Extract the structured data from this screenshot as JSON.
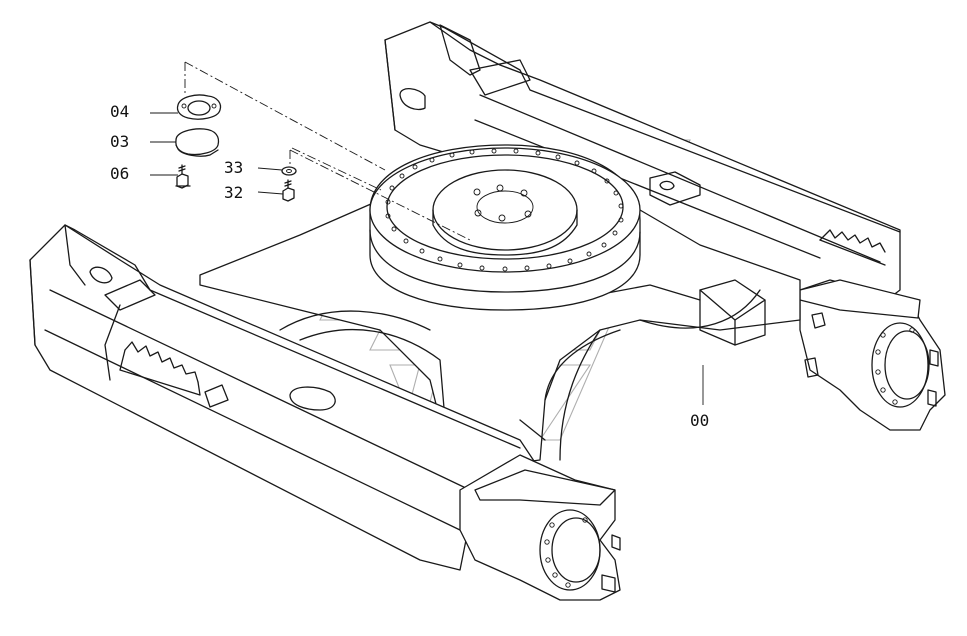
{
  "labels": {
    "p04": "04",
    "p03": "03",
    "p06": "06",
    "p33": "33",
    "p32": "32",
    "p00": "00"
  },
  "colors": {
    "line": "#1a1a1a",
    "background": "#ffffff",
    "watermark": "#9a9a9a"
  }
}
